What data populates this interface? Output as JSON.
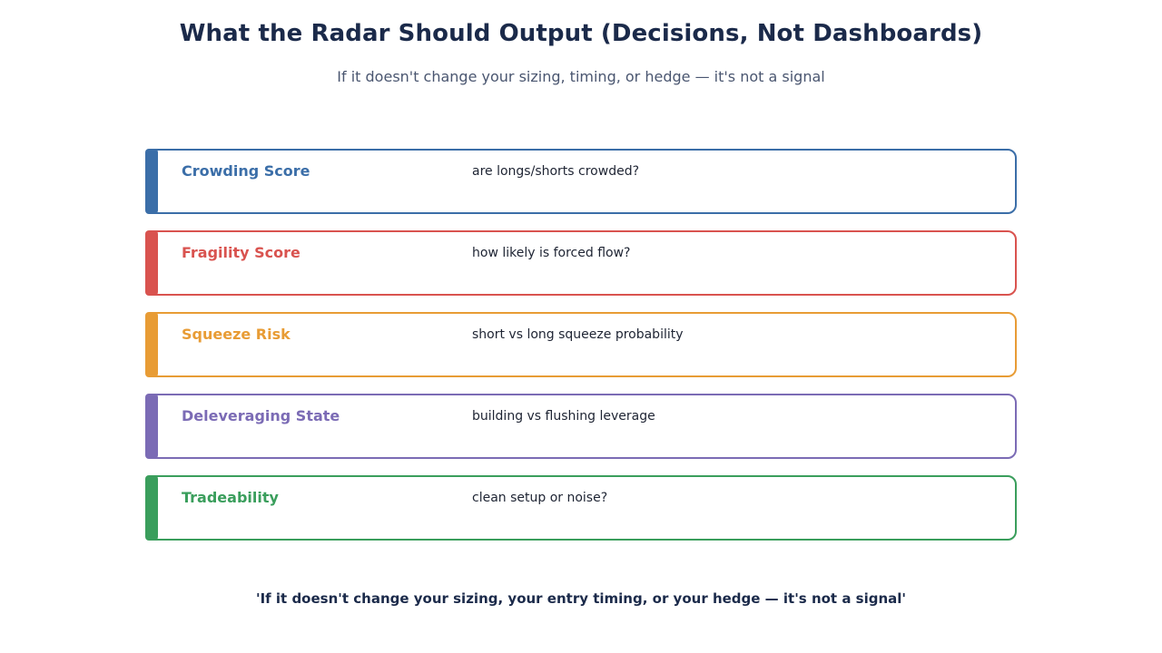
{
  "header": {
    "title": "What the Radar Should Output (Decisions, Not Dashboards)",
    "subtitle": "If it doesn't change your sizing, timing, or hedge — it's not a signal"
  },
  "cards": [
    {
      "name": "Crowding Score",
      "description": "are longs/shorts crowded?",
      "color": "#3b6ea8"
    },
    {
      "name": "Fragility Score",
      "description": "how likely is forced flow?",
      "color": "#d9534f"
    },
    {
      "name": "Squeeze Risk",
      "description": "short vs long squeeze probability",
      "color": "#e89c35"
    },
    {
      "name": "Deleveraging State",
      "description": "building vs flushing leverage",
      "color": "#7b6bb5"
    },
    {
      "name": "Tradeability",
      "description": "clean setup or noise?",
      "color": "#3a9e5c"
    }
  ],
  "footer": {
    "quote": "'If it doesn't change your sizing, your entry timing, or your hedge — it's not a signal'"
  }
}
